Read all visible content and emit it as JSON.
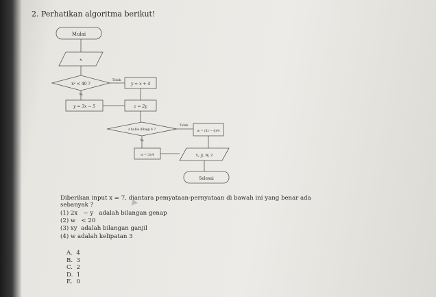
{
  "question": {
    "number": "2.",
    "title": "Perhatikan algoritma berikut!",
    "prompt_line1": "Diberikan input x = 7, diantara pemyataan-pernyataan di bawah ini yang benar ada",
    "prompt_line2": "sebanyak ?"
  },
  "flowchart": {
    "start": "Mulai",
    "input": "x",
    "decision1": "x² < 40 ?",
    "decision1_no": "Tidak",
    "decision1_yes": "Ya",
    "process_no1": "y = x + 4",
    "process_yes1": "y = 3x − 5",
    "process_z": "z = 2y",
    "decision2": "z habis dibagi 4 ?",
    "decision2_no": "Tidak",
    "decision2_yes": "Ya",
    "process_w_no": "w = (5z − 6)/4",
    "process_w_yes": "w = 3z/4",
    "output": "x, y, w, z",
    "end": "Selesai"
  },
  "statements": [
    "(1) 2x   − y   adalah bilangan genap",
    "(2) w   < 20",
    "(3) xy  adalah bilangan ganjil",
    "(4) w adalah kelipatan 3"
  ],
  "options": [
    "A.  4",
    "B.  3",
    "C.  2",
    "D.  1",
    "E.  0"
  ]
}
